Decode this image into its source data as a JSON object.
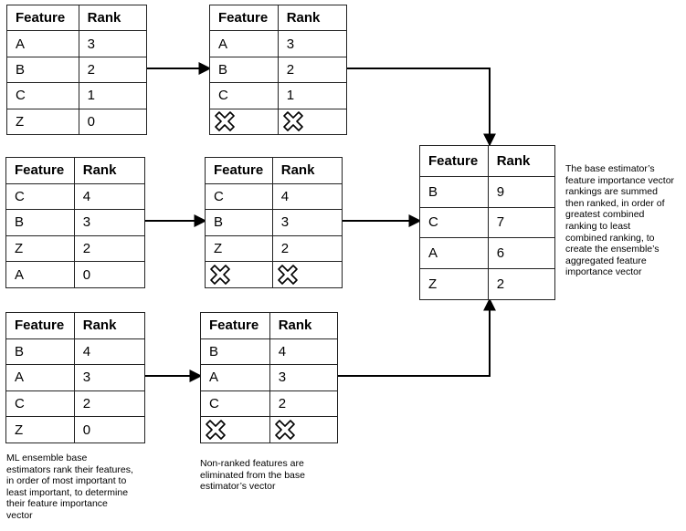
{
  "header": {
    "feature": "Feature",
    "rank": "Rank"
  },
  "stage1": [
    {
      "rows": [
        {
          "feature": "A",
          "rank": "3"
        },
        {
          "feature": "B",
          "rank": "2"
        },
        {
          "feature": "C",
          "rank": "1"
        },
        {
          "feature": "Z",
          "rank": "0"
        }
      ]
    },
    {
      "rows": [
        {
          "feature": "C",
          "rank": "4"
        },
        {
          "feature": "B",
          "rank": "3"
        },
        {
          "feature": "Z",
          "rank": "2"
        },
        {
          "feature": "A",
          "rank": "0"
        }
      ]
    },
    {
      "rows": [
        {
          "feature": "B",
          "rank": "4"
        },
        {
          "feature": "A",
          "rank": "3"
        },
        {
          "feature": "C",
          "rank": "2"
        },
        {
          "feature": "Z",
          "rank": "0"
        }
      ]
    }
  ],
  "stage2": [
    {
      "rows": [
        {
          "feature": "A",
          "rank": "3"
        },
        {
          "feature": "B",
          "rank": "2"
        },
        {
          "feature": "C",
          "rank": "1"
        }
      ],
      "eliminated_icon": "x-cross-icon"
    },
    {
      "rows": [
        {
          "feature": "C",
          "rank": "4"
        },
        {
          "feature": "B",
          "rank": "3"
        },
        {
          "feature": "Z",
          "rank": "2"
        }
      ],
      "eliminated_icon": "x-cross-icon"
    },
    {
      "rows": [
        {
          "feature": "B",
          "rank": "4"
        },
        {
          "feature": "A",
          "rank": "3"
        },
        {
          "feature": "C",
          "rank": "2"
        }
      ],
      "eliminated_icon": "x-cross-icon"
    }
  ],
  "aggregate": {
    "rows": [
      {
        "feature": "B",
        "rank": "9"
      },
      {
        "feature": "C",
        "rank": "7"
      },
      {
        "feature": "A",
        "rank": "6"
      },
      {
        "feature": "Z",
        "rank": "2"
      }
    ]
  },
  "notes": {
    "stage1": [
      "ML ensemble base",
      "estimators rank their features,",
      "in order of most important to",
      "least important, to determine",
      "their feature importance",
      "vector"
    ],
    "stage2": [
      "Non-ranked features are",
      "eliminated from the base",
      "estimator’s vector"
    ],
    "aggregate": [
      "The base estimator’s",
      "feature importance vector",
      "rankings are summed",
      "then ranked, in order of",
      "greatest combined",
      "ranking to least",
      "combined ranking, to",
      "create the ensemble’s",
      "aggregated feature",
      "importance vector"
    ]
  },
  "colors": {
    "line": "#000000",
    "border": "#222222"
  }
}
